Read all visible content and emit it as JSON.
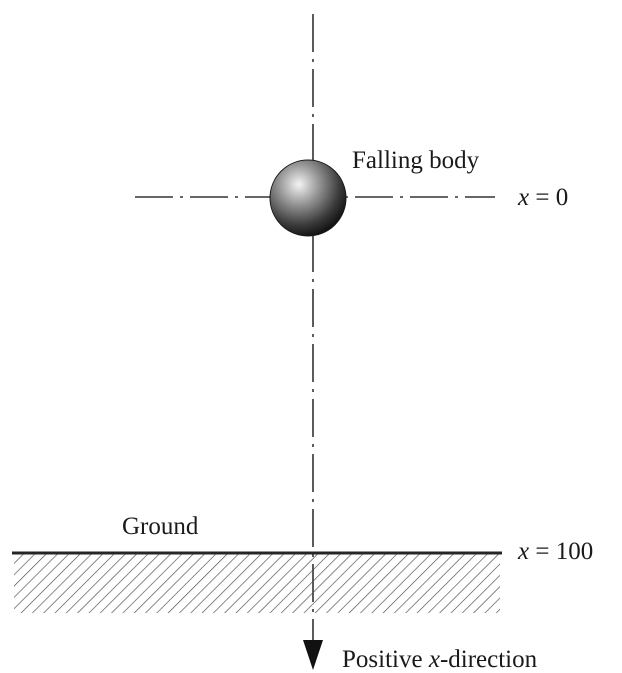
{
  "labels": {
    "falling_body": "Falling body",
    "x0_var": "x",
    "x0_rest": " = 0",
    "ground": "Ground",
    "x100_var": "x",
    "x100_rest": " = 100",
    "direction_prefix": "Positive ",
    "direction_var": "x",
    "direction_suffix": "-direction"
  },
  "colors": {
    "line": "#333333",
    "ground_line": "#262626",
    "hatch": "#4a4a4a",
    "ball_highlight": "#f4f4f4",
    "ball_shadow": "#0e0e0e"
  }
}
